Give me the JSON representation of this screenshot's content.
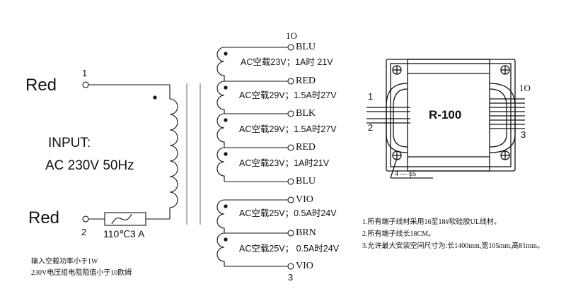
{
  "primary": {
    "wire_top_color": "Red",
    "wire_bottom_color": "Red",
    "pin_top": "1",
    "pin_bottom": "2",
    "input_label": "INPUT:",
    "input_spec": "AC  230V 50Hz",
    "fuse_label": "110℃3 A",
    "note_line1": "输入空载功率小于1W",
    "note_line2": "230V电压组电阻阻值小于10欧姆"
  },
  "secondary": {
    "top_pin": "1O",
    "bottom_pin": "3",
    "taps": [
      "BLU",
      "RED",
      "BLK",
      "RED",
      "BLU",
      "VIO",
      "BRN",
      "VIO"
    ],
    "windings": [
      "AC空载23V；1A时 21V",
      "AC空载29V；1.5A时27V",
      "AC空载29V；1.5A时27V",
      "AC空载23V；1A时21V",
      "AC空载25V；0.5A时24V",
      "AC空载25V； 0.5A时24V"
    ]
  },
  "outline": {
    "model": "R-100",
    "pin_1": "1",
    "pin_2": "2",
    "pin_3": "3",
    "pin_10": "1O",
    "hole_spec": "4 — ϕ5"
  },
  "notes": [
    "1.所有端子线材采用16至18#软硅胶UL线材。",
    "2.所有端子线长18CM。",
    "3.允许最大安装空间尺寸为:长1400mm,宽105mm,高81mm。"
  ]
}
